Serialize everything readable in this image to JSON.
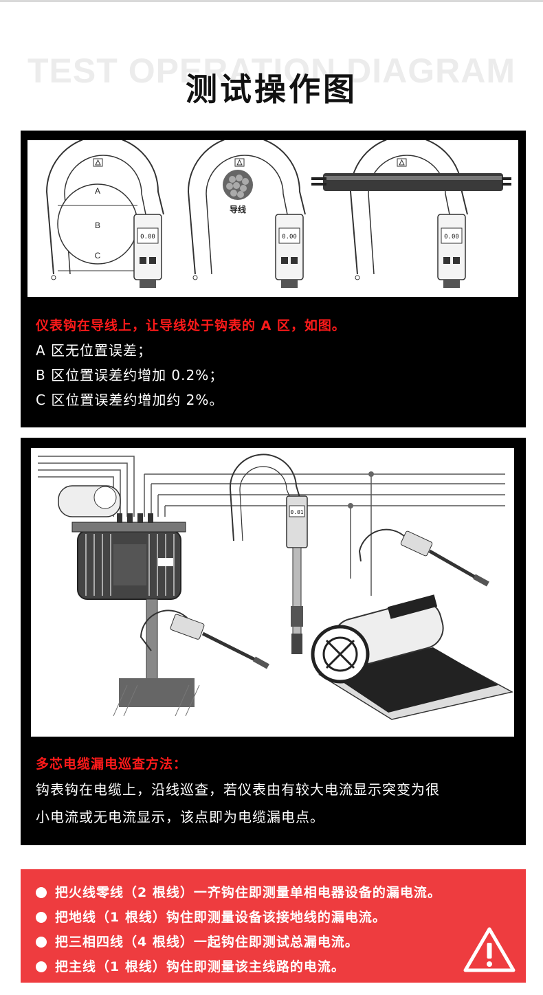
{
  "header": {
    "bg_title": "TEST OPERATION DIAGRAM",
    "title": "测试操作图"
  },
  "panel1": {
    "diagram": {
      "zone_a": "A",
      "zone_b": "B",
      "zone_c": "C",
      "wire_label": "导线",
      "display_reading": "0.00"
    },
    "heading": "仪表钩在导线上，让导线处于钩表的 A 区，如图。",
    "lines": [
      "A 区无位置误差；",
      "B 区位置误差约增加 0.2%；",
      "C 区位置误差约增加约 2%。"
    ]
  },
  "panel2": {
    "diagram": {
      "display_reading": "0.01"
    },
    "heading": "多芯电缆漏电巡查方法：",
    "lines": [
      "钩表钩在电缆上，沿线巡查，若仪表由有较大电流显示突变为很",
      "小电流或无电流显示，该点即为电缆漏电点。"
    ]
  },
  "notes": {
    "items": [
      "把火线零线（2 根线）一齐钩住即测量单相电器设备的漏电流。",
      "把地线（1 根线）钩住即测量设备该接地线的漏电流。",
      "把三相四线（4 根线）一起钩住即测试总漏电流。",
      "把主线（1 根线）钩住即测量该主线路的电流。"
    ],
    "icon": "warning-triangle-icon"
  },
  "colors": {
    "panel_bg": "#000000",
    "accent_red": "#ff1a1a",
    "notes_bg": "#ee3c3f"
  }
}
